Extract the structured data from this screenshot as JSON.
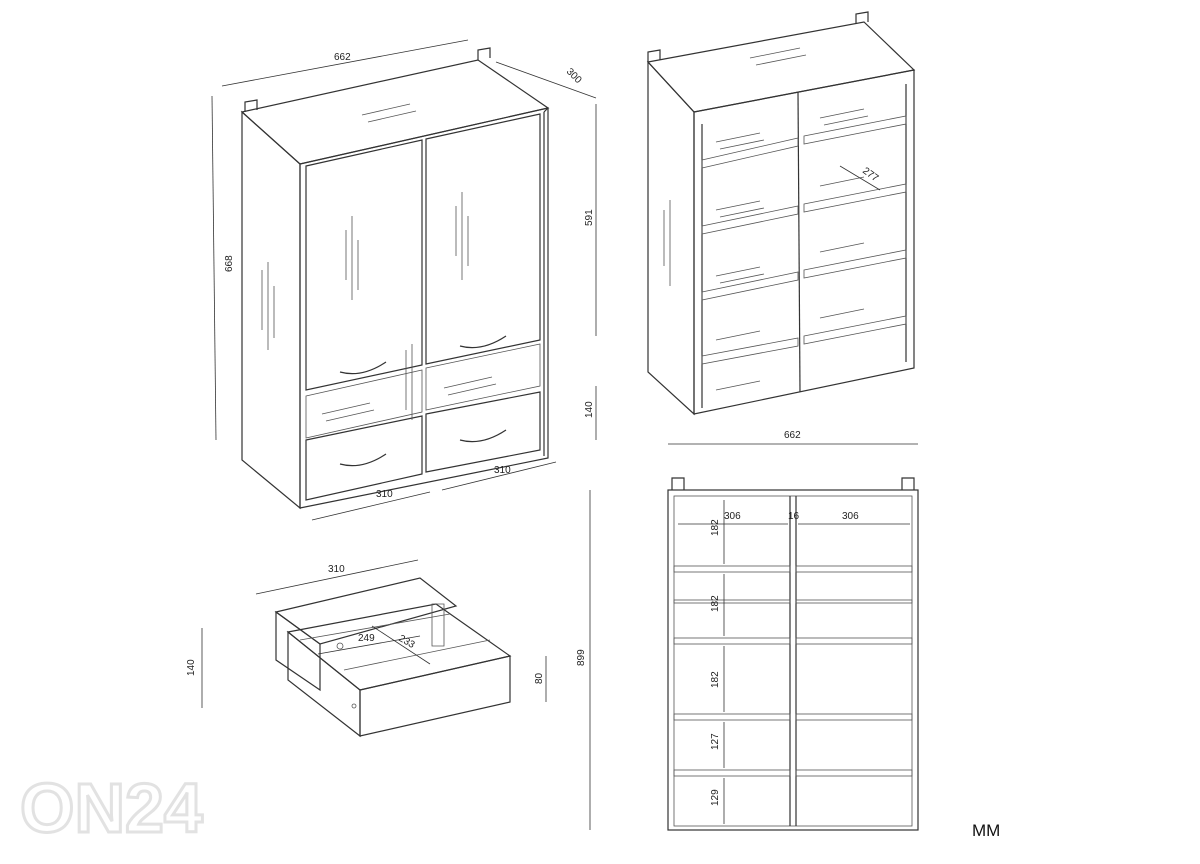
{
  "unit_label": "MM",
  "watermark": "ON24",
  "cabinet": {
    "width": "662",
    "depth": "300",
    "height": "668",
    "door_height": "591",
    "drawer_height": "140",
    "drawer_left_width": "310",
    "drawer_right_width": "310"
  },
  "shelf_view": {
    "shelf_depth": "277"
  },
  "front_view": {
    "width": "662",
    "height": "899",
    "left_width": "306",
    "divider": "16",
    "right_width": "306",
    "gap1": "182",
    "gap2": "182",
    "gap3": "182",
    "gap4": "127",
    "gap5": "129"
  },
  "drawer": {
    "width": "310",
    "height": "140",
    "inner_height": "80",
    "inner_width": "249",
    "inner_depth": "233"
  },
  "colors": {
    "line": "#333333",
    "watermark": "#e2e2e2"
  }
}
